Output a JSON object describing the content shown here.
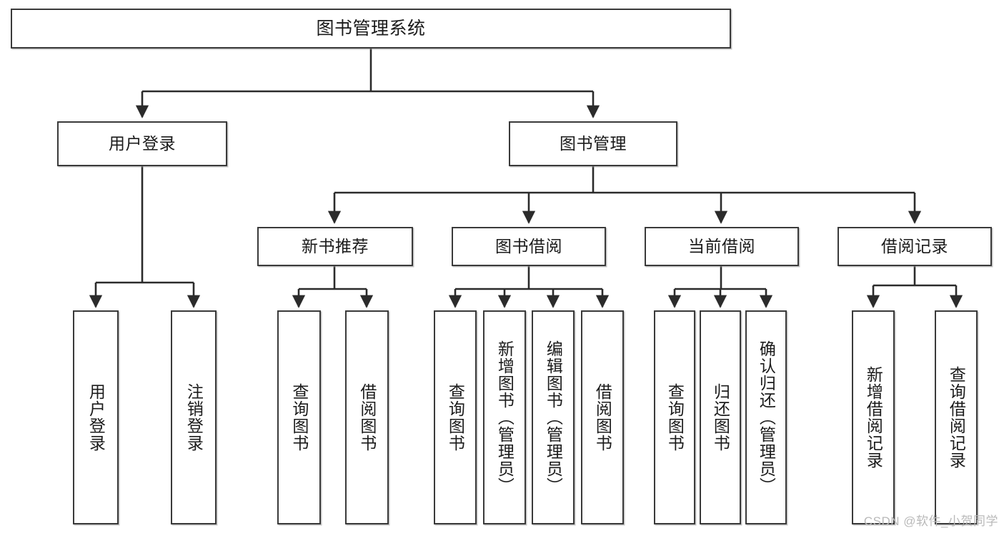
{
  "diagram": {
    "title": "图书管理系统",
    "type": "tree-hierarchy",
    "orientation": "top-down",
    "colors": {
      "box_border": "#3a3a3a",
      "box_fill": "#ffffff",
      "connector": "#2b2b2b",
      "watermark": "#b9b9b9"
    },
    "root": {
      "label": "图书管理系统"
    },
    "level1": [
      {
        "id": "user-login",
        "label": "用户登录"
      },
      {
        "id": "book-management",
        "label": "图书管理"
      }
    ],
    "level2": [
      {
        "id": "new-book-recommend",
        "label": "新书推荐",
        "parent": "book-management"
      },
      {
        "id": "book-borrow",
        "label": "图书借阅",
        "parent": "book-management"
      },
      {
        "id": "current-borrow",
        "label": "当前借阅",
        "parent": "book-management"
      },
      {
        "id": "borrow-record",
        "label": "借阅记录",
        "parent": "book-management"
      }
    ],
    "leaves": {
      "user_login": [
        {
          "id": "leaf-user-login",
          "label": "用户登录"
        },
        {
          "id": "leaf-logout-login",
          "label": "注销登录"
        }
      ],
      "new_book_recommend": [
        {
          "id": "leaf-query-book-1",
          "label": "查询图书"
        },
        {
          "id": "leaf-borrow-book-1",
          "label": "借阅图书"
        }
      ],
      "book_borrow": [
        {
          "id": "leaf-query-book-2",
          "label": "查询图书"
        },
        {
          "id": "leaf-add-book",
          "label": "新增图书（管理员）"
        },
        {
          "id": "leaf-edit-book",
          "label": "编辑图书（管理员）"
        },
        {
          "id": "leaf-borrow-book-2",
          "label": "借阅图书"
        }
      ],
      "current_borrow": [
        {
          "id": "leaf-query-book-3",
          "label": "查询图书"
        },
        {
          "id": "leaf-return-book",
          "label": "归还图书"
        },
        {
          "id": "leaf-confirm-return",
          "label": "确认归还（管理员）"
        }
      ],
      "borrow_record": [
        {
          "id": "leaf-add-borrow-record",
          "label": "新增借阅记录"
        },
        {
          "id": "leaf-query-borrow-record",
          "label": "查询借阅记录"
        }
      ]
    }
  },
  "watermark": {
    "text": "CSDN @软件_小贺同学"
  }
}
